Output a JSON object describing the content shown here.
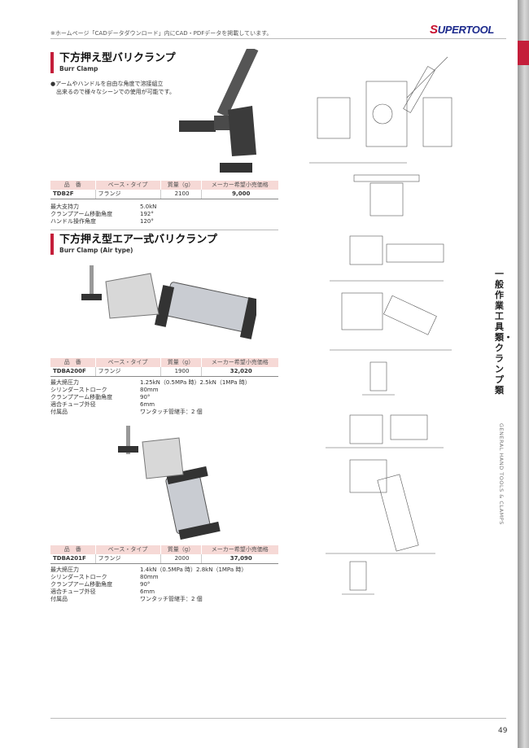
{
  "header": {
    "note": "※ホームページ「CADデータダウンロード」内にCAD・PDFデータを掲載しています。",
    "logo": "SUPERTOOL"
  },
  "side": {
    "jp": "一般作業工具類・クランプ類",
    "en": "GENERAL HAND TOOLS & CLAMPS",
    "accent": "#c41e3a"
  },
  "table_headers": [
    "品　番",
    "ベース・タイプ",
    "質量（g）",
    "メーカー希望小売価格"
  ],
  "products": [
    {
      "title": "下方押え型バリクランプ",
      "subtitle": "Burr Clamp",
      "bullet": "●アームやハンドルを自由な角度で溶接組立\n　出来るので様々なシーンでの使用が可能です。",
      "row": {
        "code": "TDB2F",
        "base": "フランジ",
        "mass": "2100",
        "price": "9,000"
      },
      "specs": [
        {
          "k": "最大支持力",
          "v": "5.0kN"
        },
        {
          "k": "クランプアーム移動角度",
          "v": "192°"
        },
        {
          "k": "ハンドル操作角度",
          "v": "120°"
        }
      ]
    },
    {
      "title": "下方押え型エアー式バリクランプ",
      "subtitle": "Burr Clamp (Air type)",
      "row": {
        "code": "TDBA200F",
        "base": "フランジ",
        "mass": "1900",
        "price": "32,020"
      },
      "specs": [
        {
          "k": "最大締圧力",
          "v": "1.25kN（0.5MPa 時）2.5kN（1MPa 時）"
        },
        {
          "k": "シリンダーストローク",
          "v": "80mm"
        },
        {
          "k": "クランプアーム移動角度",
          "v": "90°"
        },
        {
          "k": "適合チューブ外径",
          "v": "6mm"
        },
        {
          "k": "付属品",
          "v": "ワンタッチ管継手：2 個"
        }
      ]
    },
    {
      "row": {
        "code": "TDBA201F",
        "base": "フランジ",
        "mass": "2000",
        "price": "37,090"
      },
      "specs": [
        {
          "k": "最大締圧力",
          "v": "1.4kN（0.5MPa 時）2.8kN（1MPa 時）"
        },
        {
          "k": "シリンダーストローク",
          "v": "80mm"
        },
        {
          "k": "クランプアーム移動角度",
          "v": "90°"
        },
        {
          "k": "適合チューブ外径",
          "v": "6mm"
        },
        {
          "k": "付属品",
          "v": "ワンタッチ管継手：2 個"
        }
      ]
    }
  ],
  "page_number": "49"
}
